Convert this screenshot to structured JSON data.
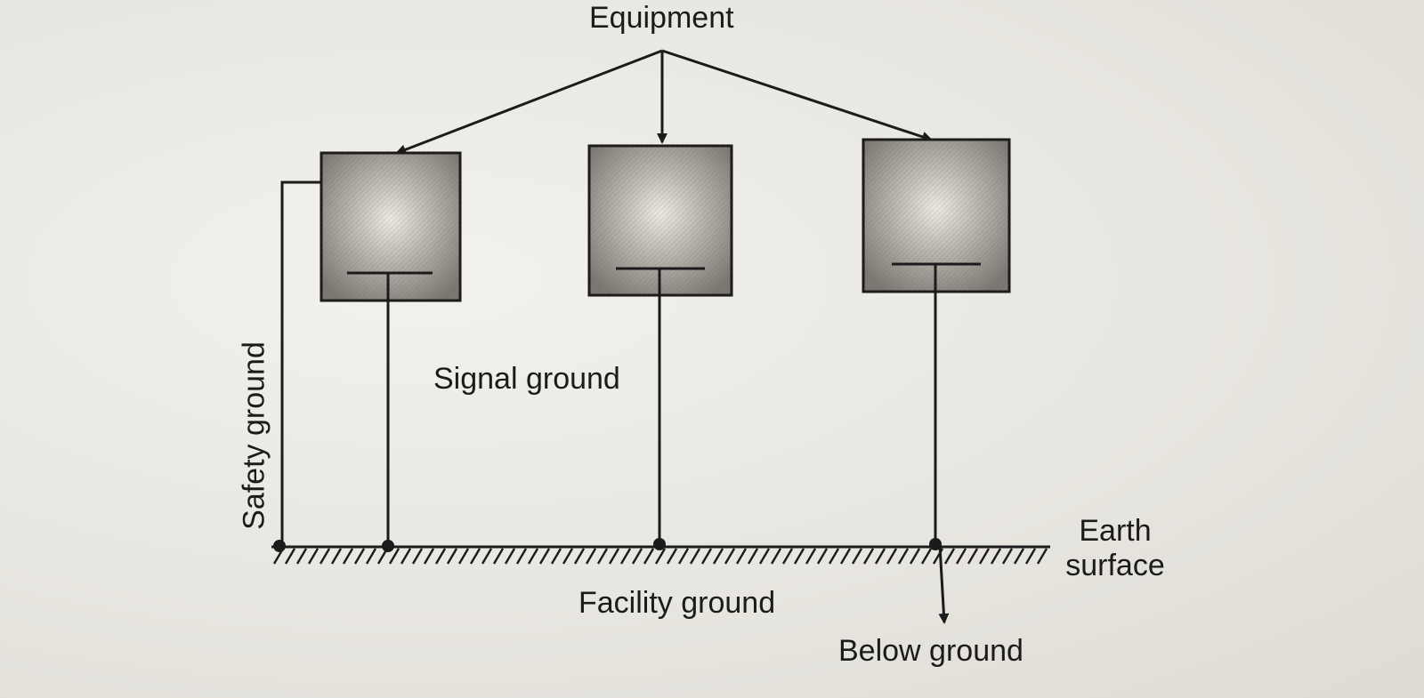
{
  "diagram": {
    "title_label": "Equipment",
    "signal_label": "Signal ground",
    "safety_label": "Safety ground",
    "earth_label_line1": "Earth",
    "earth_label_line2": "surface",
    "facility_label": "Facility ground",
    "below_label": "Below ground",
    "equipment_boxes": [
      {
        "id": "equipment-1"
      },
      {
        "id": "equipment-2"
      },
      {
        "id": "equipment-3"
      }
    ],
    "colors": {
      "ink": "#1b1b1b",
      "box_fill": "#8c8680",
      "box_center": "#e9e6e0",
      "paper": "#eceae4"
    }
  }
}
